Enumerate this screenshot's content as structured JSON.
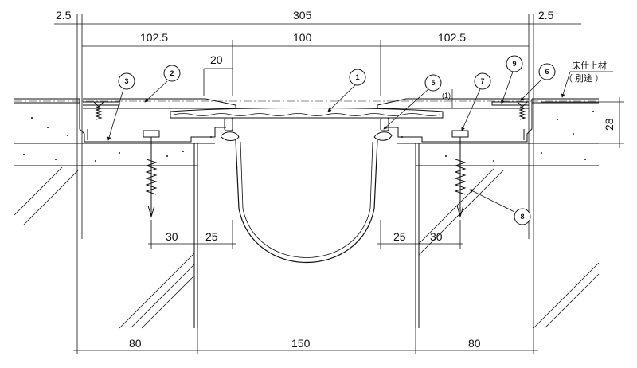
{
  "dimensions": {
    "top_left_gap": "2.5",
    "overall_width": "305",
    "top_right_gap": "2.5",
    "left_plate": "102.5",
    "center_plate": "100",
    "right_plate": "102.5",
    "offset": "20",
    "left_anchor": "30",
    "left_gap": "25",
    "right_gap": "25",
    "right_anchor": "30",
    "bottom_left": "80",
    "bottom_center": "150",
    "bottom_right": "80",
    "height": "28",
    "thickness_note": "(1)"
  },
  "annotation": {
    "floor_finish": "床仕上材",
    "separate": "（ 別途 ）"
  },
  "callouts": [
    "1",
    "2",
    "3",
    "5",
    "6",
    "7",
    "8",
    "9"
  ]
}
